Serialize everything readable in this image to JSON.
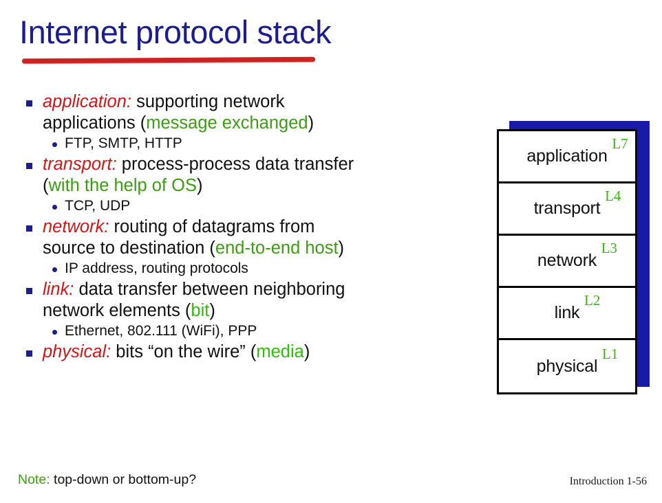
{
  "slide": {
    "title": "Internet protocol stack",
    "title_color": "#1b1e8c",
    "underline_color": "#cc2222"
  },
  "bullets": [
    {
      "layer": "application:",
      "line1_rest": " supporting network",
      "line2_pre": "applications (",
      "line2_green": "message exchanged",
      "line2_post": ")",
      "sub": "FTP, SMTP, HTTP"
    },
    {
      "layer": "transport:",
      "line1_rest": " process-process data transfer",
      "line2_pre": "(",
      "line2_green": "with the help of OS",
      "line2_post": ")",
      "sub": "TCP, UDP"
    },
    {
      "layer": "network:",
      "line1_rest": " routing of datagrams from",
      "line2_pre": "source to destination (",
      "line2_green": "end-to-end host",
      "line2_post": ")",
      "sub": "IP address, routing protocols"
    },
    {
      "layer": "link:",
      "line1_rest": " data transfer between neighboring",
      "line2_pre": "network elements (",
      "line2_green": "bit",
      "line2_post": ")",
      "sub": "Ethernet, 802.111 (WiFi), PPP"
    },
    {
      "layer": "physical:",
      "line1_rest": " bits “on the wire” (",
      "line1_green": "media",
      "line1_post": ")"
    }
  ],
  "note": {
    "label": "Note:",
    "text": "top-down or bottom-up?"
  },
  "footer": {
    "reference": "Introduction 1-56"
  },
  "stack_diagram": {
    "shadow_color": "#1a1aa8",
    "layer_number_color": "#2fbd09",
    "layers": [
      {
        "name": "application",
        "number": "L7"
      },
      {
        "name": "transport",
        "number": "L4"
      },
      {
        "name": "network",
        "number": "L3"
      },
      {
        "name": "link",
        "number": "L2"
      },
      {
        "name": "physical",
        "number": "L1"
      }
    ]
  }
}
